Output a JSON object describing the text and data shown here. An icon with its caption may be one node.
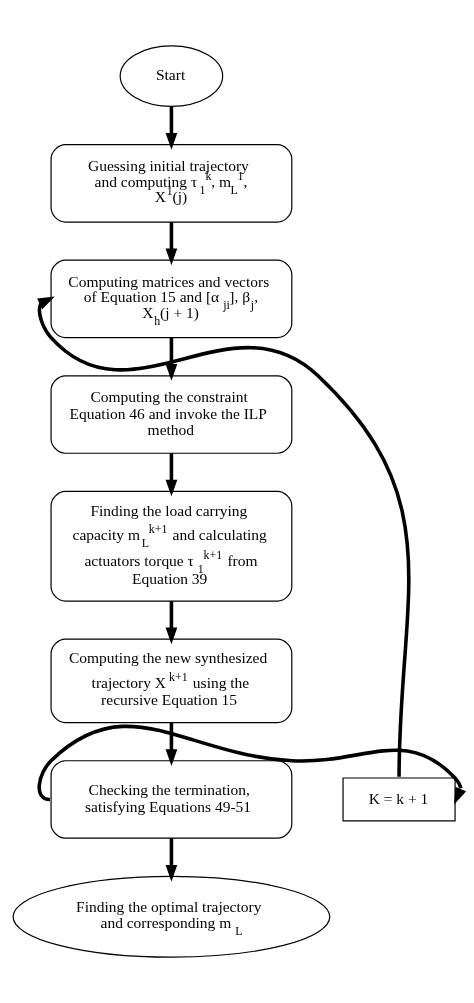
{
  "diagram": {
    "nodes": [
      {
        "text": [
          "Start"
        ]
      },
      {
        "text": [
          "Guessing initial trajectory and computing τ⃗$_{1}$$^{k}$, m$_{L}$$^{1}$, X⃗$^{1}$(j)"
        ]
      },
      {
        "text": [
          "Computing matrices and vectors of Equation 15 and [α$_{ji}$], β$_{j}$, X$_{h}$(j + 1)"
        ]
      },
      {
        "text": [
          "Computing the constraint Equation 46 and invoke the ILP method"
        ]
      },
      {
        "text": [
          "Finding the load carrying capacity m$_{L}$$^{k+1}$ and calculating actuators torque τ⃗$_{1}$$^{k+1}$ from Equation 39"
        ]
      },
      {
        "text": [
          "Computing the new synthesized trajectory X⃗$^{k+1}$ using the recursive Equation 15"
        ]
      },
      {
        "text": [
          "Checking the termination, satisfying Equations 49-51"
        ]
      },
      {
        "text": [
          "K = k + 1"
        ]
      },
      {
        "text": [
          "Finding the optimal trajectory and corresponding m$_{L}$"
        ]
      }
    ],
    "edges": [
      {
        "from": 0,
        "to": 1,
        "arrow": "to"
      },
      {
        "from": 1,
        "to": 2,
        "arrow": "to"
      },
      {
        "from": 2,
        "to": 3,
        "arrow": "to"
      },
      {
        "from": 3,
        "to": 4,
        "arrow": "to"
      },
      {
        "from": 4,
        "to": 5,
        "arrow": "to"
      },
      {
        "from": 5,
        "to": 6,
        "arrow": "to"
      },
      {
        "from": 6,
        "to": 7,
        "arrow": "to"
      },
      {
        "from": 7,
        "to": 2,
        "arrow": "to"
      },
      {
        "from": 6,
        "to": 8,
        "arrow": "to"
      }
    ]
  }
}
